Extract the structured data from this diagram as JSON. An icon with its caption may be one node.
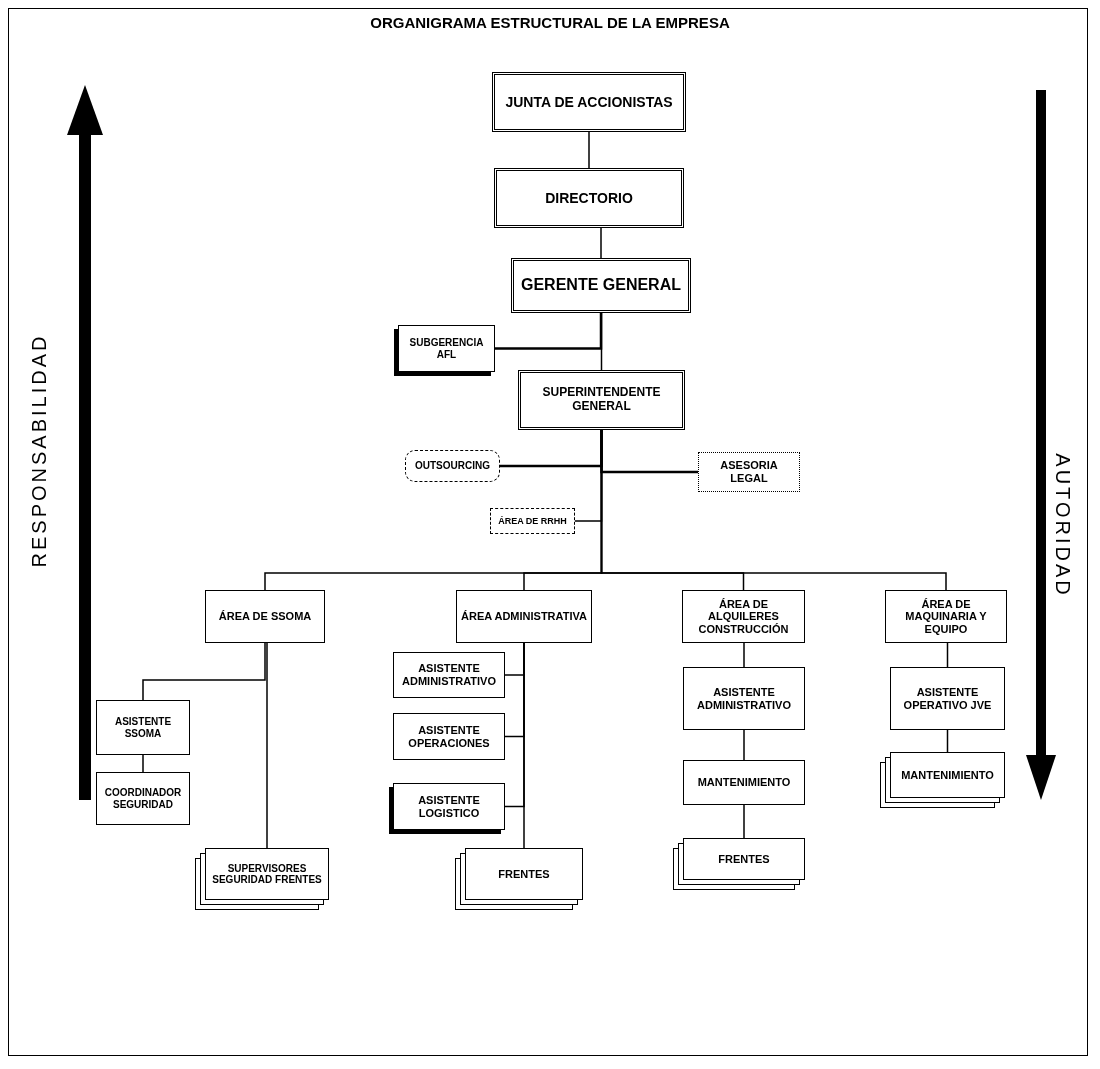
{
  "diagram": {
    "title": "ORGANIGRAMA ESTRUCTURAL DE LA EMPRESA",
    "nodes": [
      {
        "text": [
          "JUNTA DE ACCIONISTAS"
        ]
      },
      {
        "text": [
          "DIRECTORIO"
        ]
      },
      {
        "text": [
          "GERENTE GENERAL"
        ]
      },
      {
        "text": [
          "SUBGERENCIA AFL"
        ]
      },
      {
        "text": [
          "SUPERINTENDENTE GENERAL"
        ]
      },
      {
        "text": [
          "OUTSOURCING"
        ]
      },
      {
        "text": [
          "ASESORIA LEGAL"
        ]
      },
      {
        "text": [
          "ÁREA DE RRHH"
        ]
      },
      {
        "text": [
          "ÁREA DE SSOMA"
        ]
      },
      {
        "text": [
          "ÁREA ADMINISTRATIVA"
        ]
      },
      {
        "text": [
          "ÁREA DE ALQUILERES CONSTRUCCIÓN"
        ]
      },
      {
        "text": [
          "ÁREA DE MAQUINARIA Y EQUIPO"
        ]
      },
      {
        "text": [
          "ASISTENTE SSOMA"
        ]
      },
      {
        "text": [
          "COORDINADOR SEGURIDAD"
        ]
      },
      {
        "text": [
          "SUPERVISORES SEGURIDAD FRENTES"
        ]
      },
      {
        "text": [
          "ASISTENTE ADMINISTRATIVO"
        ]
      },
      {
        "text": [
          "ASISTENTE OPERACIONES"
        ]
      },
      {
        "text": [
          "ASISTENTE LOGISTICO"
        ]
      },
      {
        "text": [
          "FRENTES"
        ]
      },
      {
        "text": [
          "ASISTENTE ADMINISTRATIVO"
        ]
      },
      {
        "text": [
          "MANTENIMIENTO"
        ]
      },
      {
        "text": [
          "FRENTES"
        ]
      },
      {
        "text": [
          "ASISTENTE OPERATIVO JVE"
        ]
      },
      {
        "text": [
          "MANTENIMIENTO"
        ]
      }
    ],
    "edges": [
      {
        "from": 0,
        "to": 1,
        "arrow": "none"
      },
      {
        "from": 1,
        "to": 2,
        "arrow": "none"
      },
      {
        "from": 2,
        "to": 3,
        "arrow": "none"
      },
      {
        "from": 2,
        "to": 4,
        "arrow": "none"
      },
      {
        "from": 4,
        "to": 5,
        "arrow": "none"
      },
      {
        "from": 4,
        "to": 6,
        "arrow": "none"
      },
      {
        "from": 4,
        "to": 7,
        "arrow": "none"
      },
      {
        "from": 4,
        "to": 8,
        "arrow": "none"
      },
      {
        "from": 4,
        "to": 9,
        "arrow": "none"
      },
      {
        "from": 4,
        "to": 10,
        "arrow": "none"
      },
      {
        "from": 4,
        "to": 11,
        "arrow": "none"
      },
      {
        "from": 8,
        "to": 12,
        "arrow": "none"
      },
      {
        "from": 12,
        "to": 13,
        "arrow": "none"
      },
      {
        "from": 8,
        "to": 14,
        "arrow": "none"
      },
      {
        "from": 9,
        "to": 15,
        "arrow": "none"
      },
      {
        "from": 9,
        "to": 16,
        "arrow": "none"
      },
      {
        "from": 9,
        "to": 17,
        "arrow": "none"
      },
      {
        "from": 9,
        "to": 18,
        "arrow": "none"
      },
      {
        "from": 10,
        "to": 19,
        "arrow": "none"
      },
      {
        "from": 19,
        "to": 20,
        "arrow": "none"
      },
      {
        "from": 20,
        "to": 21,
        "arrow": "none"
      },
      {
        "from": 11,
        "to": 22,
        "arrow": "none"
      },
      {
        "from": 22,
        "to": 23,
        "arrow": "none"
      }
    ],
    "labels": [
      "RESPONSABILIDAD",
      "AUTORIDAD"
    ]
  }
}
